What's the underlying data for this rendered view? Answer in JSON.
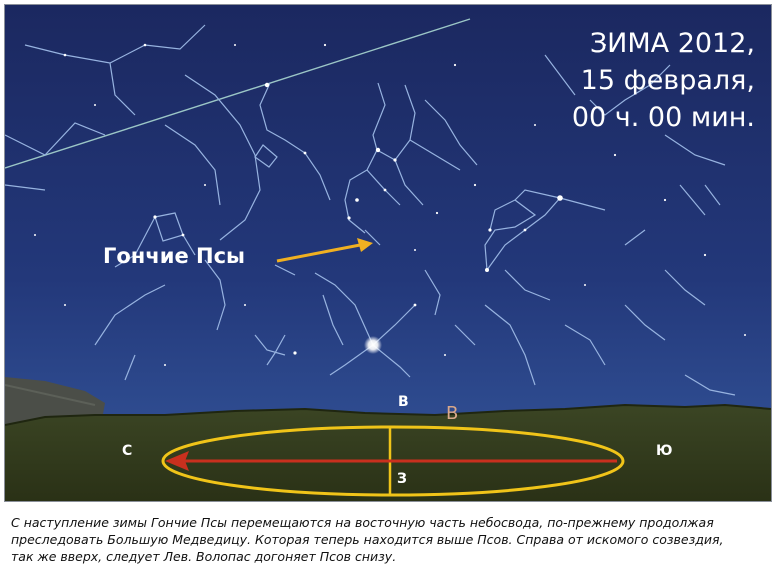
{
  "date_block": {
    "line1": "ЗИМА 2012,",
    "line2": "15 февраля,",
    "line3": "00 ч. 00 мин."
  },
  "pointer_label": "Гончие Псы",
  "directions": {
    "north": "С",
    "south": "Ю",
    "east": "В",
    "west": "З",
    "east_alt": "В"
  },
  "caption": {
    "line1": "С наступление зимы Гончие Псы перемещаются на восточную часть небосвода, по-прежнему продолжая",
    "line2": "преследовать Большую Медведицу. Которая теперь находится выше Псов. Справа от искомого созвездия,",
    "line3": "так же вверх, следует Лев. Волопас догоняет Псов снизу."
  },
  "colors": {
    "sky_top": "#1c2a63",
    "sky_bottom": "#3a5aa0",
    "ground": "#2c3418",
    "ellipse": "#f0c419",
    "arrow": "#c9301e",
    "constellation_lines": "#9cb8e6",
    "pointer_arrow": "#f0b021"
  }
}
